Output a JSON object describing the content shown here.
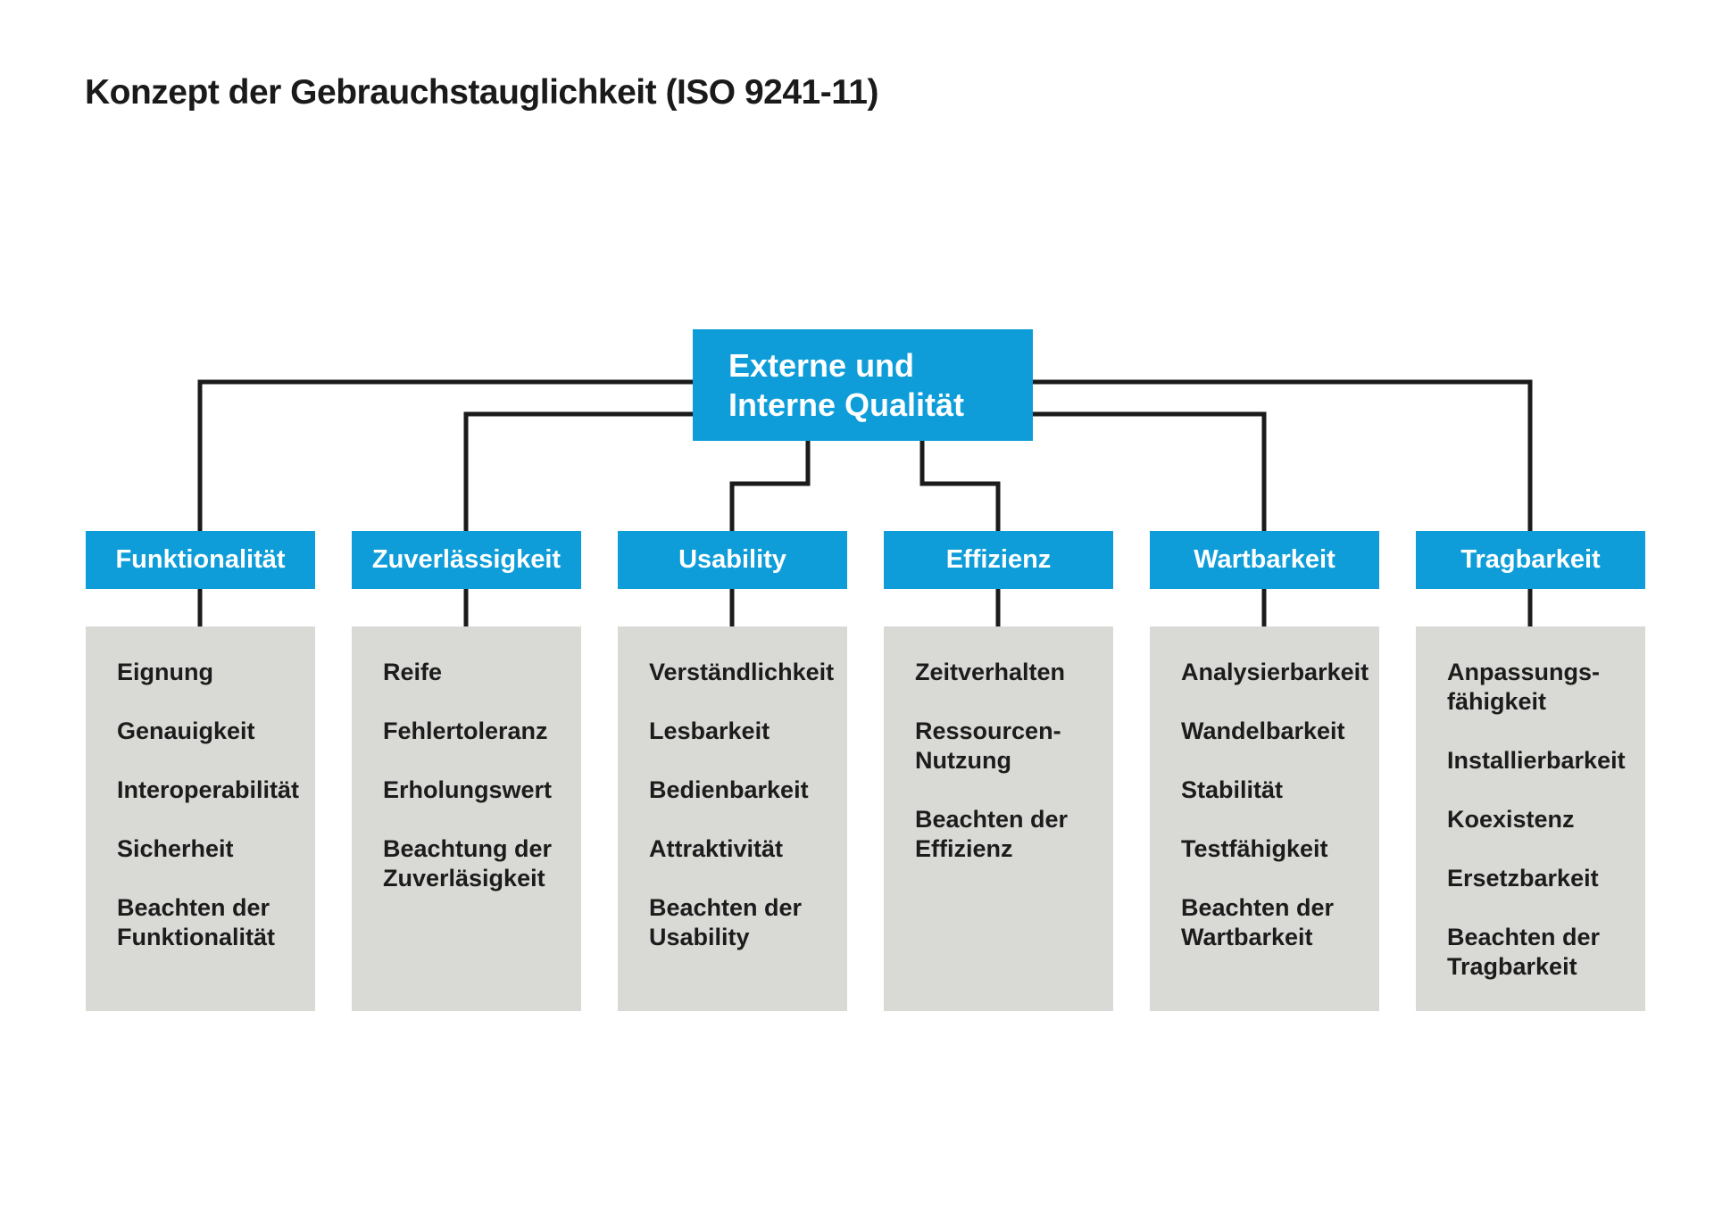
{
  "title": "Konzept der Gebrauchstauglichkeit (ISO 9241-11)",
  "root": {
    "label": "Externe und\nInterne Qualität"
  },
  "branches": [
    {
      "label": "Funktionalität",
      "items": [
        "Eignung",
        "Genauigkeit",
        "Interoperabilität",
        "Sicherheit",
        "Beachten der\nFunktionalität"
      ]
    },
    {
      "label": "Zuverlässigkeit",
      "items": [
        "Reife",
        "Fehlertoleranz",
        "Erholungswert",
        "Beachtung der\nZuverläsigkeit"
      ]
    },
    {
      "label": "Usability",
      "items": [
        "Verständlichkeit",
        "Lesbarkeit",
        "Bedienbarkeit",
        "Attraktivität",
        "Beachten der\nUsability"
      ]
    },
    {
      "label": "Effizienz",
      "items": [
        "Zeitverhalten",
        "Ressourcen-\nNutzung",
        "Beachten der\nEffizienz"
      ]
    },
    {
      "label": "Wartbarkeit",
      "items": [
        "Analysierbarkeit",
        "Wandelbarkeit",
        "Stabilität",
        "Testfähigkeit",
        "Beachten der\nWartbarkeit"
      ]
    },
    {
      "label": "Tragbarkeit",
      "items": [
        "Anpassungs-\nfähigkeit",
        "Installierbarkeit",
        "Koexistenz",
        "Ersetzbarkeit",
        "Beachten der\nTragbarkeit"
      ]
    }
  ],
  "colors": {
    "accent_blue": "#0e9dd8",
    "panel_gray": "#d9d9d6",
    "line_black": "#1b1b1b",
    "text_dark": "#1a1a1a",
    "text_white": "#ffffff"
  }
}
